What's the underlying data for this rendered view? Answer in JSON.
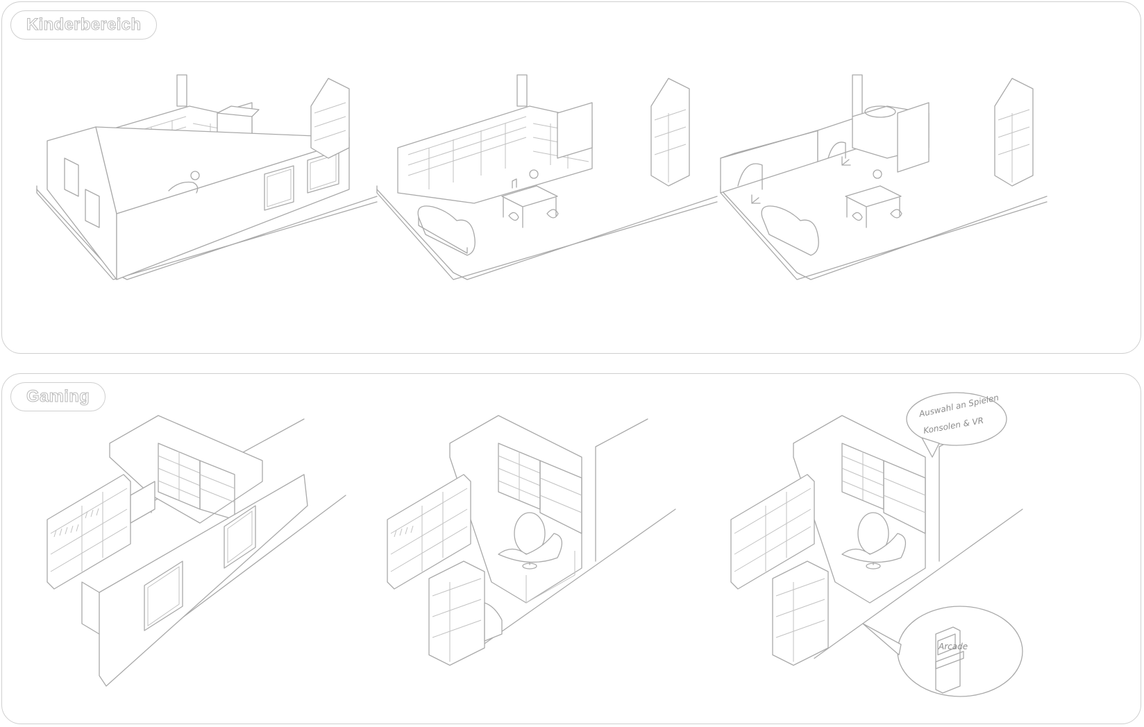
{
  "sections": [
    {
      "id": "kinderbereich",
      "label": "Kinderbereich"
    },
    {
      "id": "gaming",
      "label": "Gaming"
    }
  ],
  "annotations": {
    "speech_bubble_line1": "Auswahl an Spielen",
    "speech_bubble_line2": "Konsolen & VR",
    "arcade_screen": "Arcade"
  },
  "colors": {
    "line": "#a9a9a9",
    "panel_border": "#cfcfcf",
    "background": "#ffffff"
  }
}
